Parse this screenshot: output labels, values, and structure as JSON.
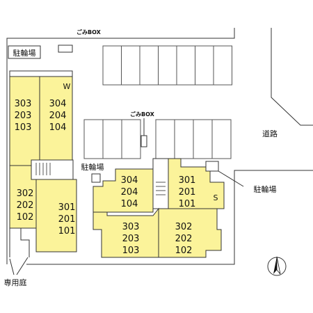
{
  "labels": {
    "bicycle_parking_top": "駐輪場",
    "garbage_box_top": "ごみBOX",
    "garbage_box_center": "ごみBOX",
    "bicycle_parking_center": "駐輪場",
    "bicycle_parking_right": "駐輪場",
    "road": "道路",
    "private_garden": "専用庭",
    "marker_w": "W",
    "marker_s": "S"
  },
  "building_west": {
    "upper_left": [
      "303",
      "203",
      "103"
    ],
    "upper_right": [
      "304",
      "204",
      "104"
    ],
    "lower_left": [
      "302",
      "202",
      "102"
    ],
    "lower_right": [
      "301",
      "201",
      "101"
    ]
  },
  "building_east": {
    "upper_left": [
      "304",
      "204",
      "104"
    ],
    "upper_right": [
      "301",
      "201",
      "101"
    ],
    "lower_left": [
      "303",
      "203",
      "103"
    ],
    "lower_right": [
      "302",
      "202",
      "102"
    ]
  },
  "parking_rows": {
    "top_spaces": 7,
    "middle_left_spaces": 3,
    "middle_right_spaces": 4
  }
}
